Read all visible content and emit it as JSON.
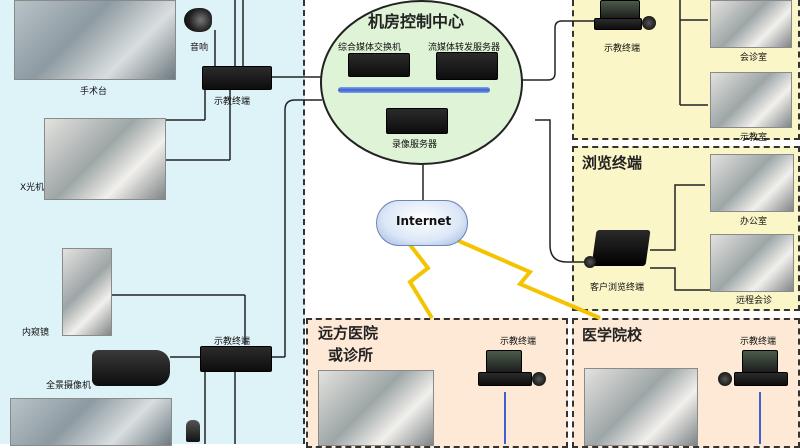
{
  "control_center": {
    "title": "机房控制中心",
    "switch_label": "综合媒体交换机",
    "stream_label": "流媒体转发服务器",
    "record_label": "录像服务器"
  },
  "internet": {
    "label": "Internet"
  },
  "left_panel": {
    "speaker_label": "音响",
    "surgery_label": "手术台",
    "teaching_top_label": "示教终端",
    "xray_label": "X光机",
    "endoscope_label": "内窥镜",
    "camera_label": "全景摄像机",
    "teaching_bottom_label": "示教终端"
  },
  "top_right": {
    "terminal_label": "示教终端",
    "consult_label": "会诊室",
    "teach_room_label": "示教室"
  },
  "browse": {
    "title": "浏览终端",
    "client_label": "客户浏览终端",
    "office_label": "办公室",
    "remote_meeting_label": "远程会诊"
  },
  "remote_hospital": {
    "title_line1": "远方医院",
    "title_line2": "或诊所",
    "terminal_label": "示教终端"
  },
  "medical_school": {
    "title": "医学院校",
    "terminal_label": "示教终端"
  },
  "colors": {
    "cyan_panel": "#def3f8",
    "yellow_panel": "#fbf6c7",
    "peach_panel": "#fde9d6",
    "center_ellipse": "#dff3d6",
    "bus_blue": "#3d5fd0",
    "lightning": "#f4c400"
  }
}
